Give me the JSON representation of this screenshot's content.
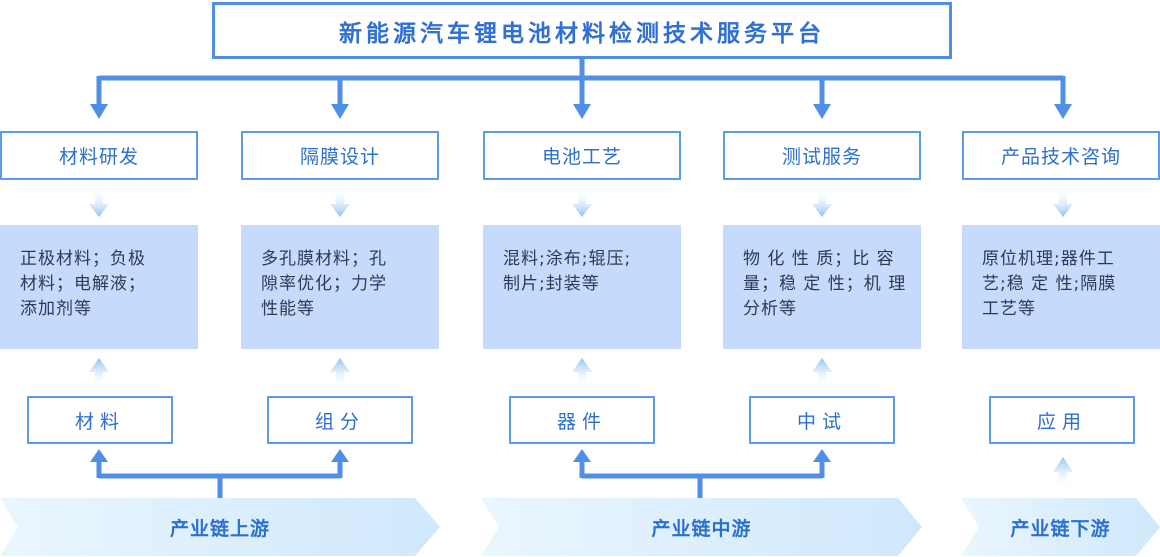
{
  "title": "新能源汽车锂电池材料检测技术服务平台",
  "categories": [
    {
      "label": "材料研发",
      "desc": [
        "正极材料；负极",
        "材料；电解液；",
        "添加剂等"
      ],
      "source": "材料"
    },
    {
      "label": "隔膜设计",
      "desc": [
        "多孔膜材料；孔",
        "隙率优化；力学",
        "性能等"
      ],
      "source": "组分"
    },
    {
      "label": "电池工艺",
      "desc": [
        "混料;涂布;辊压;",
        "制片;封装等"
      ],
      "source": "器件"
    },
    {
      "label": "测试服务",
      "desc": [
        "物 化 性 质；比 容",
        "量；稳 定 性；机 理",
        "分析等"
      ],
      "source": "中试"
    },
    {
      "label": "产品技术咨询",
      "desc": [
        "原位机理;器件工",
        "艺;稳 定 性;隔膜",
        "工艺等"
      ],
      "source": "应用"
    }
  ],
  "chain": {
    "upstream": "产业链上游",
    "midstream": "产业链中游",
    "downstream": "产业链下游"
  },
  "colors": {
    "line": "#4f8fe6",
    "fade_arrow": "#a9cdf6",
    "box_fill": "#c6dafb",
    "chain_fill": "#d9eefc",
    "text": "#2d6fd0"
  }
}
